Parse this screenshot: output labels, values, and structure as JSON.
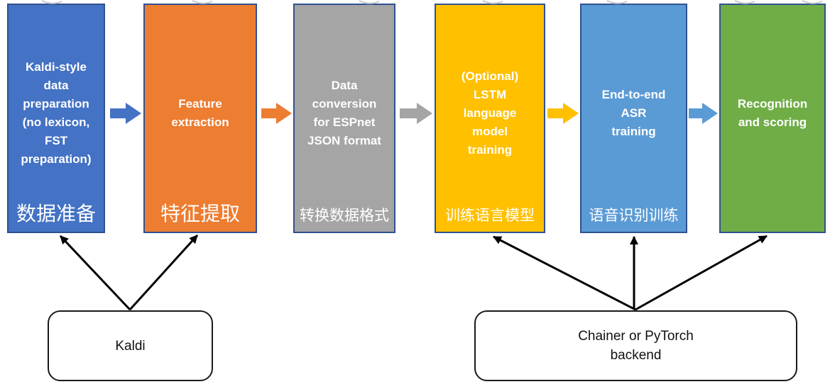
{
  "diagram": {
    "boxes": [
      {
        "id": "data-preparation",
        "en": "Kaldi-style\ndata\npreparation\n(no lexicon,\nFST\npreparation)",
        "cn": "数据准备",
        "color": "#4472C4"
      },
      {
        "id": "feature-extraction",
        "en": "Feature\nextraction",
        "cn": "特征提取",
        "color": "#ED7D31"
      },
      {
        "id": "data-conversion",
        "en": "Data\nconversion\nfor ESPnet\nJSON format",
        "cn": "转换数据格式",
        "color": "#A5A5A5"
      },
      {
        "id": "lm-training",
        "en": "(Optional)\nLSTM\nlanguage\nmodel\ntraining",
        "cn": "训练语言模型",
        "color": "#FFC000"
      },
      {
        "id": "asr-training",
        "en": "End-to-end\nASR\ntraining",
        "cn": "语音识别训练",
        "color": "#5B9BD5"
      },
      {
        "id": "recognition-scoring",
        "en": "Recognition\nand scoring",
        "cn": "",
        "color": "#70AD47"
      }
    ],
    "flow_arrow_colors": [
      "#4472C4",
      "#ED7D31",
      "#A5A5A5",
      "#FFC000",
      "#5B9BD5"
    ],
    "backends": [
      {
        "id": "kaldi",
        "label": "Kaldi"
      },
      {
        "id": "chainer-pytorch",
        "label": "Chainer or PyTorch\nbackend"
      }
    ],
    "box_border_color": "#2F528F",
    "connector_color": "#000000"
  }
}
